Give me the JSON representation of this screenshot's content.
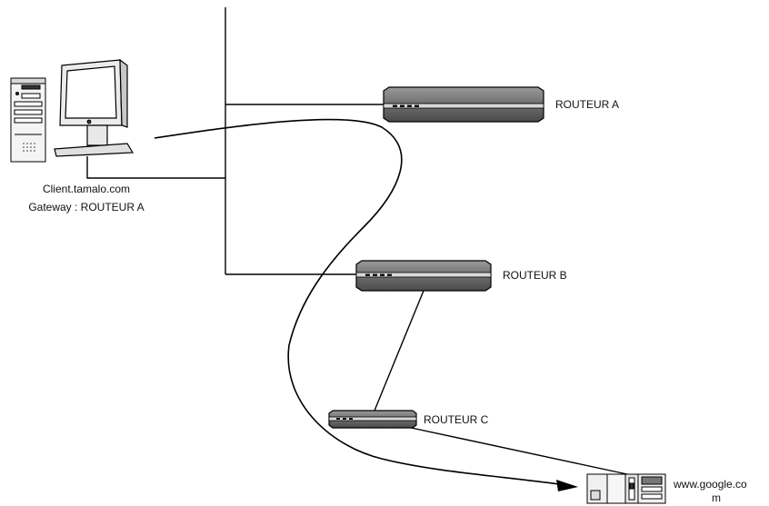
{
  "client": {
    "hostname": "Client.tamalo.com",
    "gateway": "Gateway : ROUTEUR A"
  },
  "routers": [
    {
      "label": "ROUTEUR A"
    },
    {
      "label": "ROUTEUR B"
    },
    {
      "label": "ROUTEUR C"
    }
  ],
  "server": {
    "label_line1": "www.google.co",
    "label_line2": "m"
  },
  "icons": {
    "client": "desktop-computer-icon",
    "router": "router-icon",
    "server": "server-icon"
  }
}
